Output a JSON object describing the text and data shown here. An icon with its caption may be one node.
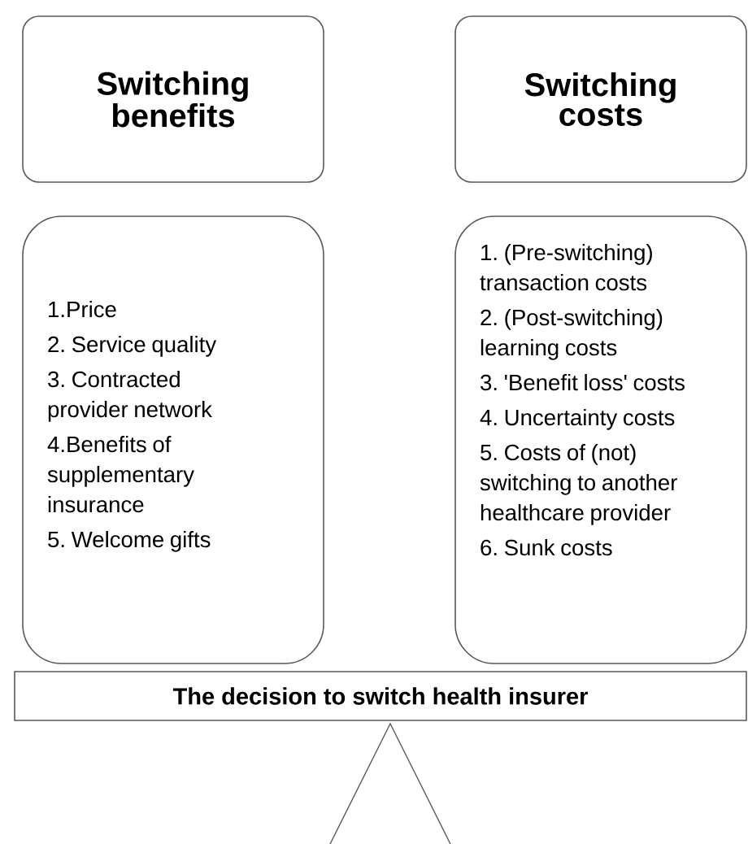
{
  "diagram": {
    "nodes": [
      {
        "text": [
          "Switching benefits"
        ]
      },
      {
        "text": [
          "Switching costs"
        ]
      },
      {
        "text": [
          "1.Price",
          "2. Service quality",
          "3. Contracted provider network",
          "4.Benefits of supplementary insurance",
          "5. Welcome gifts"
        ]
      },
      {
        "text": [
          "1. (Pre-switching) transaction costs",
          "2. (Post-switching) learning costs",
          "3. 'Benefit loss' costs",
          "4. Uncertainty costs",
          "5. Costs of (not) switching to another healthcare provider",
          "6. Sunk costs"
        ]
      },
      {
        "text": [
          "The decision to switch health insurer"
        ]
      }
    ]
  }
}
